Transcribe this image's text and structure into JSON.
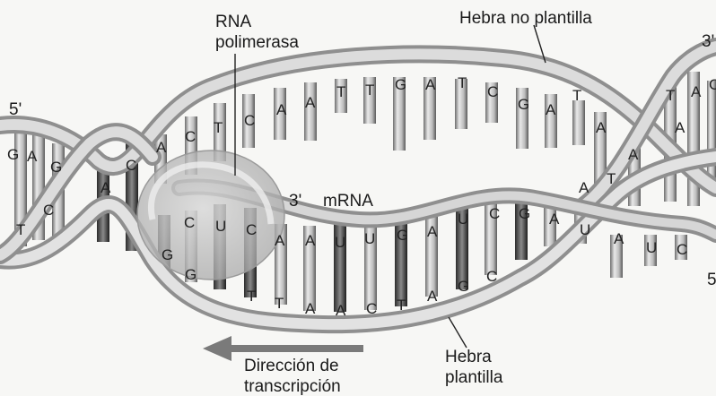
{
  "labels": {
    "rna_polymerase_line1": "RNA",
    "rna_polymerase_line2": "polimerasa",
    "nontemplate_strand": "Hebra no plantilla",
    "template_strand_line1": "Hebra",
    "template_strand_line2": "plantilla",
    "mrna": "mRNA",
    "mrna_end": "3'",
    "left_5prime": "5'",
    "right_3prime": "3'",
    "right_5prime": "5",
    "direction_line1": "Dirección de",
    "direction_line2": "transcripción"
  },
  "bases": {
    "left_helix": [
      "G",
      "A",
      "G",
      "T",
      "C",
      "A",
      "C"
    ],
    "nontemplate": [
      "A",
      "C",
      "T",
      "C",
      "A",
      "A",
      "T",
      "T",
      "G",
      "A",
      "T",
      "C",
      "G",
      "A",
      "T",
      "A",
      "A",
      "A",
      "T"
    ],
    "right_helix": [
      "T",
      "A",
      "C",
      "A"
    ],
    "mrna": [
      "C",
      "U",
      "C",
      "A",
      "A",
      "U",
      "U",
      "G",
      "A",
      "U",
      "C",
      "G",
      "A",
      "U",
      "A",
      "U",
      "C"
    ],
    "template": [
      "G",
      "G",
      "T",
      "T",
      "A",
      "A",
      "C",
      "T",
      "A",
      "G",
      "C"
    ]
  },
  "colors": {
    "ribbon": "#cfcfcf",
    "ribbon_dark": "#8a8a8a",
    "polymerase": "#bdbdbd",
    "arrow": "#777777"
  }
}
